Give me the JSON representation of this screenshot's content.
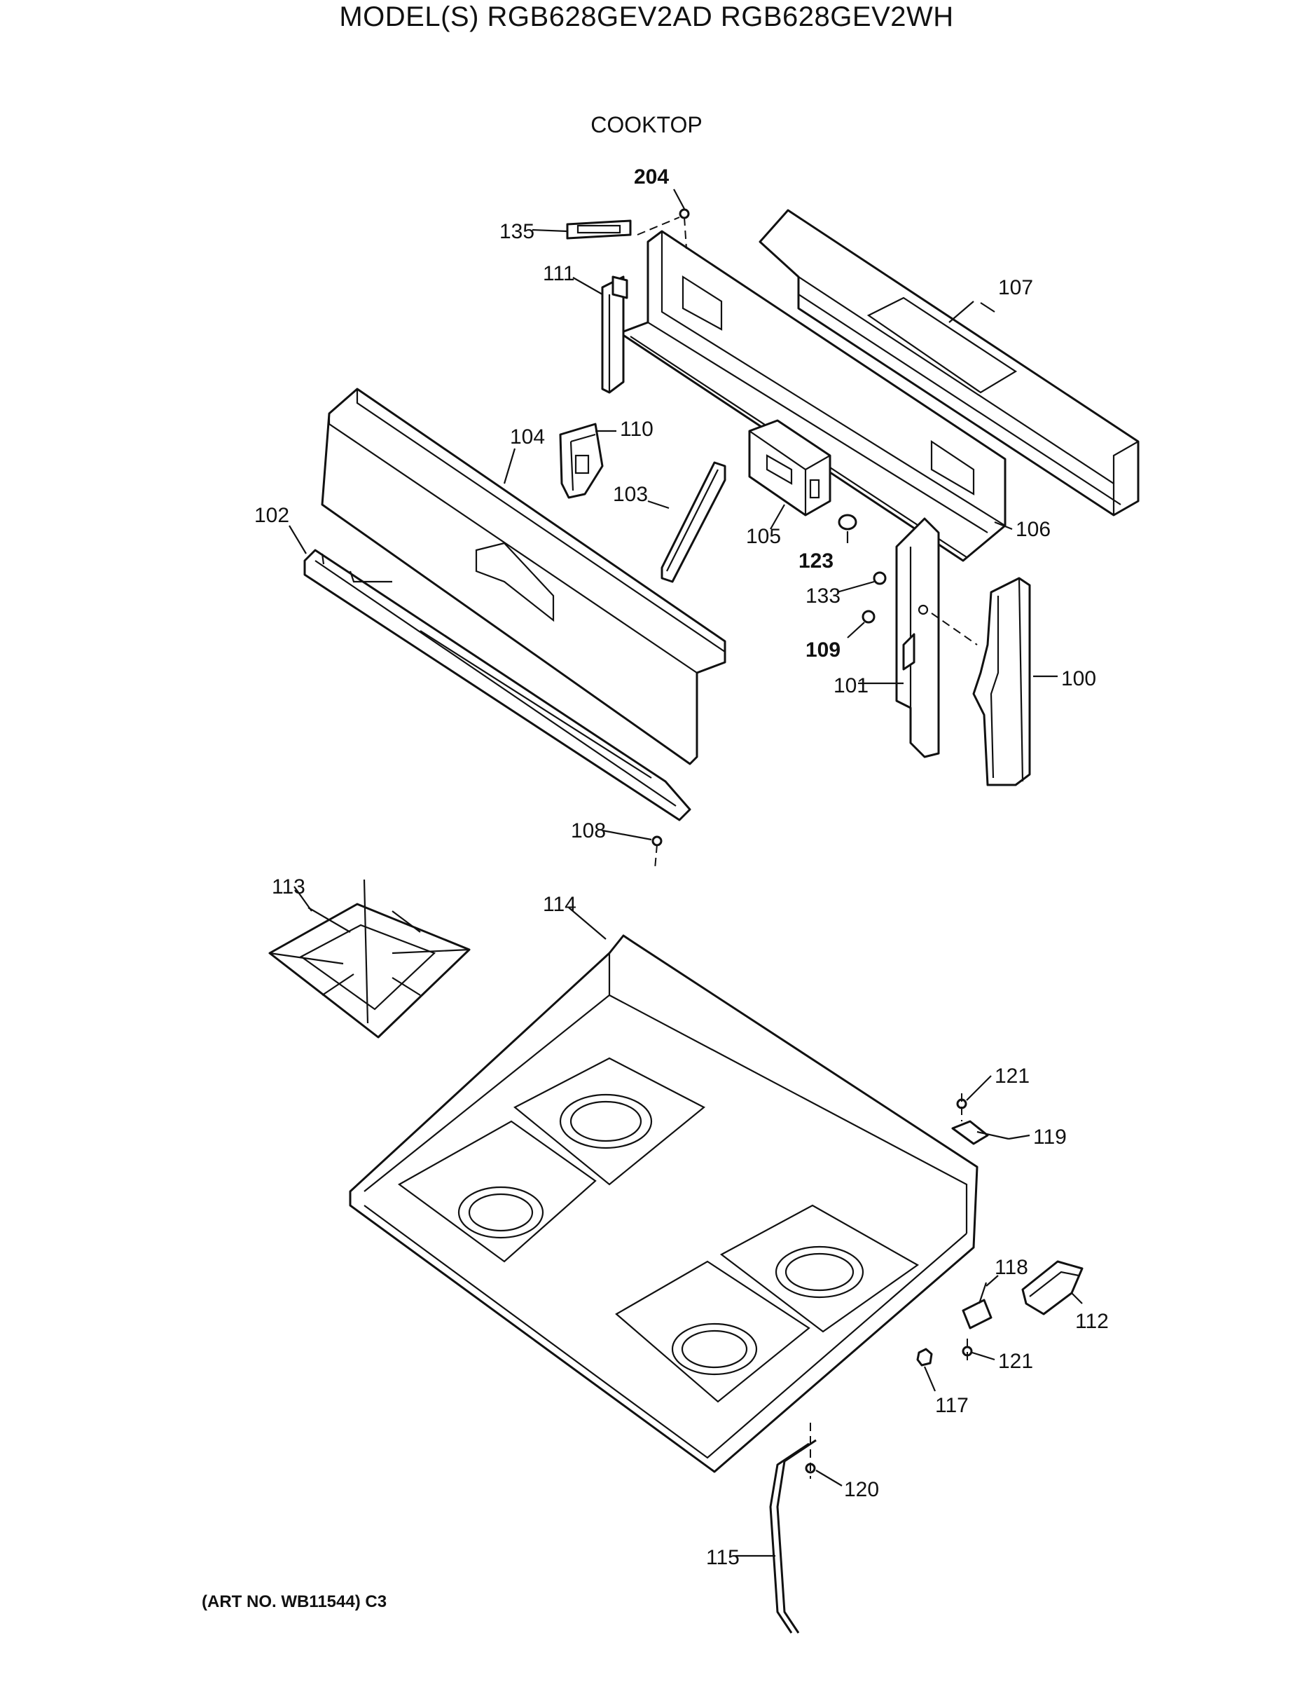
{
  "header": {
    "model_title": "MODEL(S) RGB628GEV2AD  RGB628GEV2WH",
    "section_title": "COOKTOP"
  },
  "footer": {
    "art_no": "(ART NO. WB11544) C3"
  },
  "callouts": [
    {
      "id": "204",
      "bold": true
    },
    {
      "id": "135",
      "bold": false
    },
    {
      "id": "111",
      "bold": false
    },
    {
      "id": "107",
      "bold": false
    },
    {
      "id": "104",
      "bold": false
    },
    {
      "id": "110",
      "bold": false
    },
    {
      "id": "102",
      "bold": false
    },
    {
      "id": "103",
      "bold": false
    },
    {
      "id": "105",
      "bold": false
    },
    {
      "id": "123",
      "bold": true
    },
    {
      "id": "106",
      "bold": false
    },
    {
      "id": "133",
      "bold": false
    },
    {
      "id": "109",
      "bold": true
    },
    {
      "id": "100",
      "bold": false
    },
    {
      "id": "101",
      "bold": false
    },
    {
      "id": "108",
      "bold": false
    },
    {
      "id": "113",
      "bold": false
    },
    {
      "id": "114",
      "bold": false
    },
    {
      "id": "121",
      "bold": false
    },
    {
      "id": "119",
      "bold": false
    },
    {
      "id": "118",
      "bold": false
    },
    {
      "id": "112",
      "bold": false
    },
    {
      "id": "121b",
      "label": "121",
      "bold": false
    },
    {
      "id": "117",
      "bold": false
    },
    {
      "id": "120",
      "bold": false
    },
    {
      "id": "115",
      "bold": false
    }
  ]
}
